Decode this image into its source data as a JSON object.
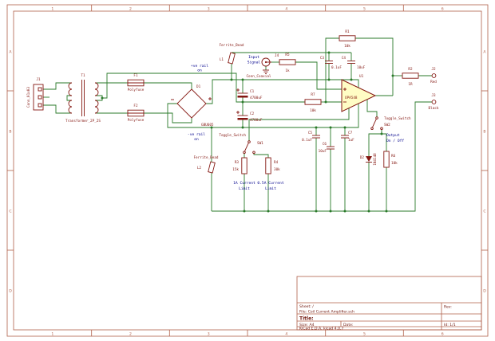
{
  "frame": {
    "columns": [
      "1",
      "2",
      "3",
      "4",
      "5",
      "6"
    ],
    "rows": [
      "A",
      "B",
      "C",
      "D"
    ]
  },
  "title_block": {
    "sheet": "Sheet: /",
    "file": "File: Coil Current Amplifier.sch",
    "title_label": "Title:",
    "size": "Size: A4",
    "date": "Date: ",
    "rev": "Rev: ",
    "kicad": "KiCad E.D.A.  kicad 4.0.7",
    "id": "Id: 1/1"
  },
  "components": {
    "j1": {
      "ref": "J1",
      "value": "Conn_01x03"
    },
    "t1": {
      "ref": "T1",
      "value": "Transformer_2P_2S"
    },
    "f1": {
      "ref": "F1",
      "value": "Polyfuse"
    },
    "f2": {
      "ref": "F2",
      "value": "Polyfuse"
    },
    "d1": {
      "ref": "D1",
      "value": "GBU605"
    },
    "c1": {
      "ref": "C1",
      "value": "4700uF"
    },
    "c2": {
      "ref": "C2",
      "value": "4700uF"
    },
    "l1": {
      "ref": "L1",
      "value": "Ferrite_Bead"
    },
    "l2": {
      "ref": "L2",
      "value": "Ferrite_Bead"
    },
    "j4": {
      "ref": "J4",
      "value": "Conn_Coaxial"
    },
    "r5": {
      "ref": "R5",
      "value": "1k"
    },
    "r7": {
      "ref": "R7",
      "value": "10k"
    },
    "r1": {
      "ref": "R1",
      "value": "10k"
    },
    "c3": {
      "ref": "C3",
      "value": "0.1uF"
    },
    "c4": {
      "ref": "C4",
      "value": "10uF"
    },
    "u1": {
      "ref": "U1",
      "value": "OPA548"
    },
    "c5": {
      "ref": "C5",
      "value": "0.1uF"
    },
    "c6": {
      "ref": "C6",
      "value": "10uF"
    },
    "c7": {
      "ref": "C7",
      "value": "1uF"
    },
    "sw1": {
      "ref": "SW1",
      "value": "Toggle_Switch"
    },
    "sw2": {
      "ref": "SW2",
      "value": "Toggle_Switch"
    },
    "r3": {
      "ref": "R3",
      "value": "15k"
    },
    "r4": {
      "ref": "R4",
      "value": "30k"
    },
    "r6": {
      "ref": "R6",
      "value": "10k"
    },
    "r2": {
      "ref": "R2",
      "value": "1R"
    },
    "d2": {
      "ref": "D2",
      "value": "1N4148"
    },
    "j2": {
      "ref": "J2",
      "value": "Red"
    },
    "j3": {
      "ref": "J3",
      "value": "Black"
    }
  },
  "notes": {
    "input1": "Input",
    "input2": "Signal",
    "pos1": "+ve rail",
    "pos2": "on",
    "neg1": "-ve rail",
    "neg2": "on",
    "lim1a": "1A Current",
    "lim1b": "Limit",
    "lim2a": "0.5A Current",
    "lim2b": "Limit",
    "out1": "Output",
    "out2": "On / Off"
  },
  "colors": {
    "wire": "#2a7a2a",
    "symbol": "#841711",
    "note": "#00008c",
    "frame": "#b0604a",
    "opamp_fill": "#fffdc5"
  }
}
